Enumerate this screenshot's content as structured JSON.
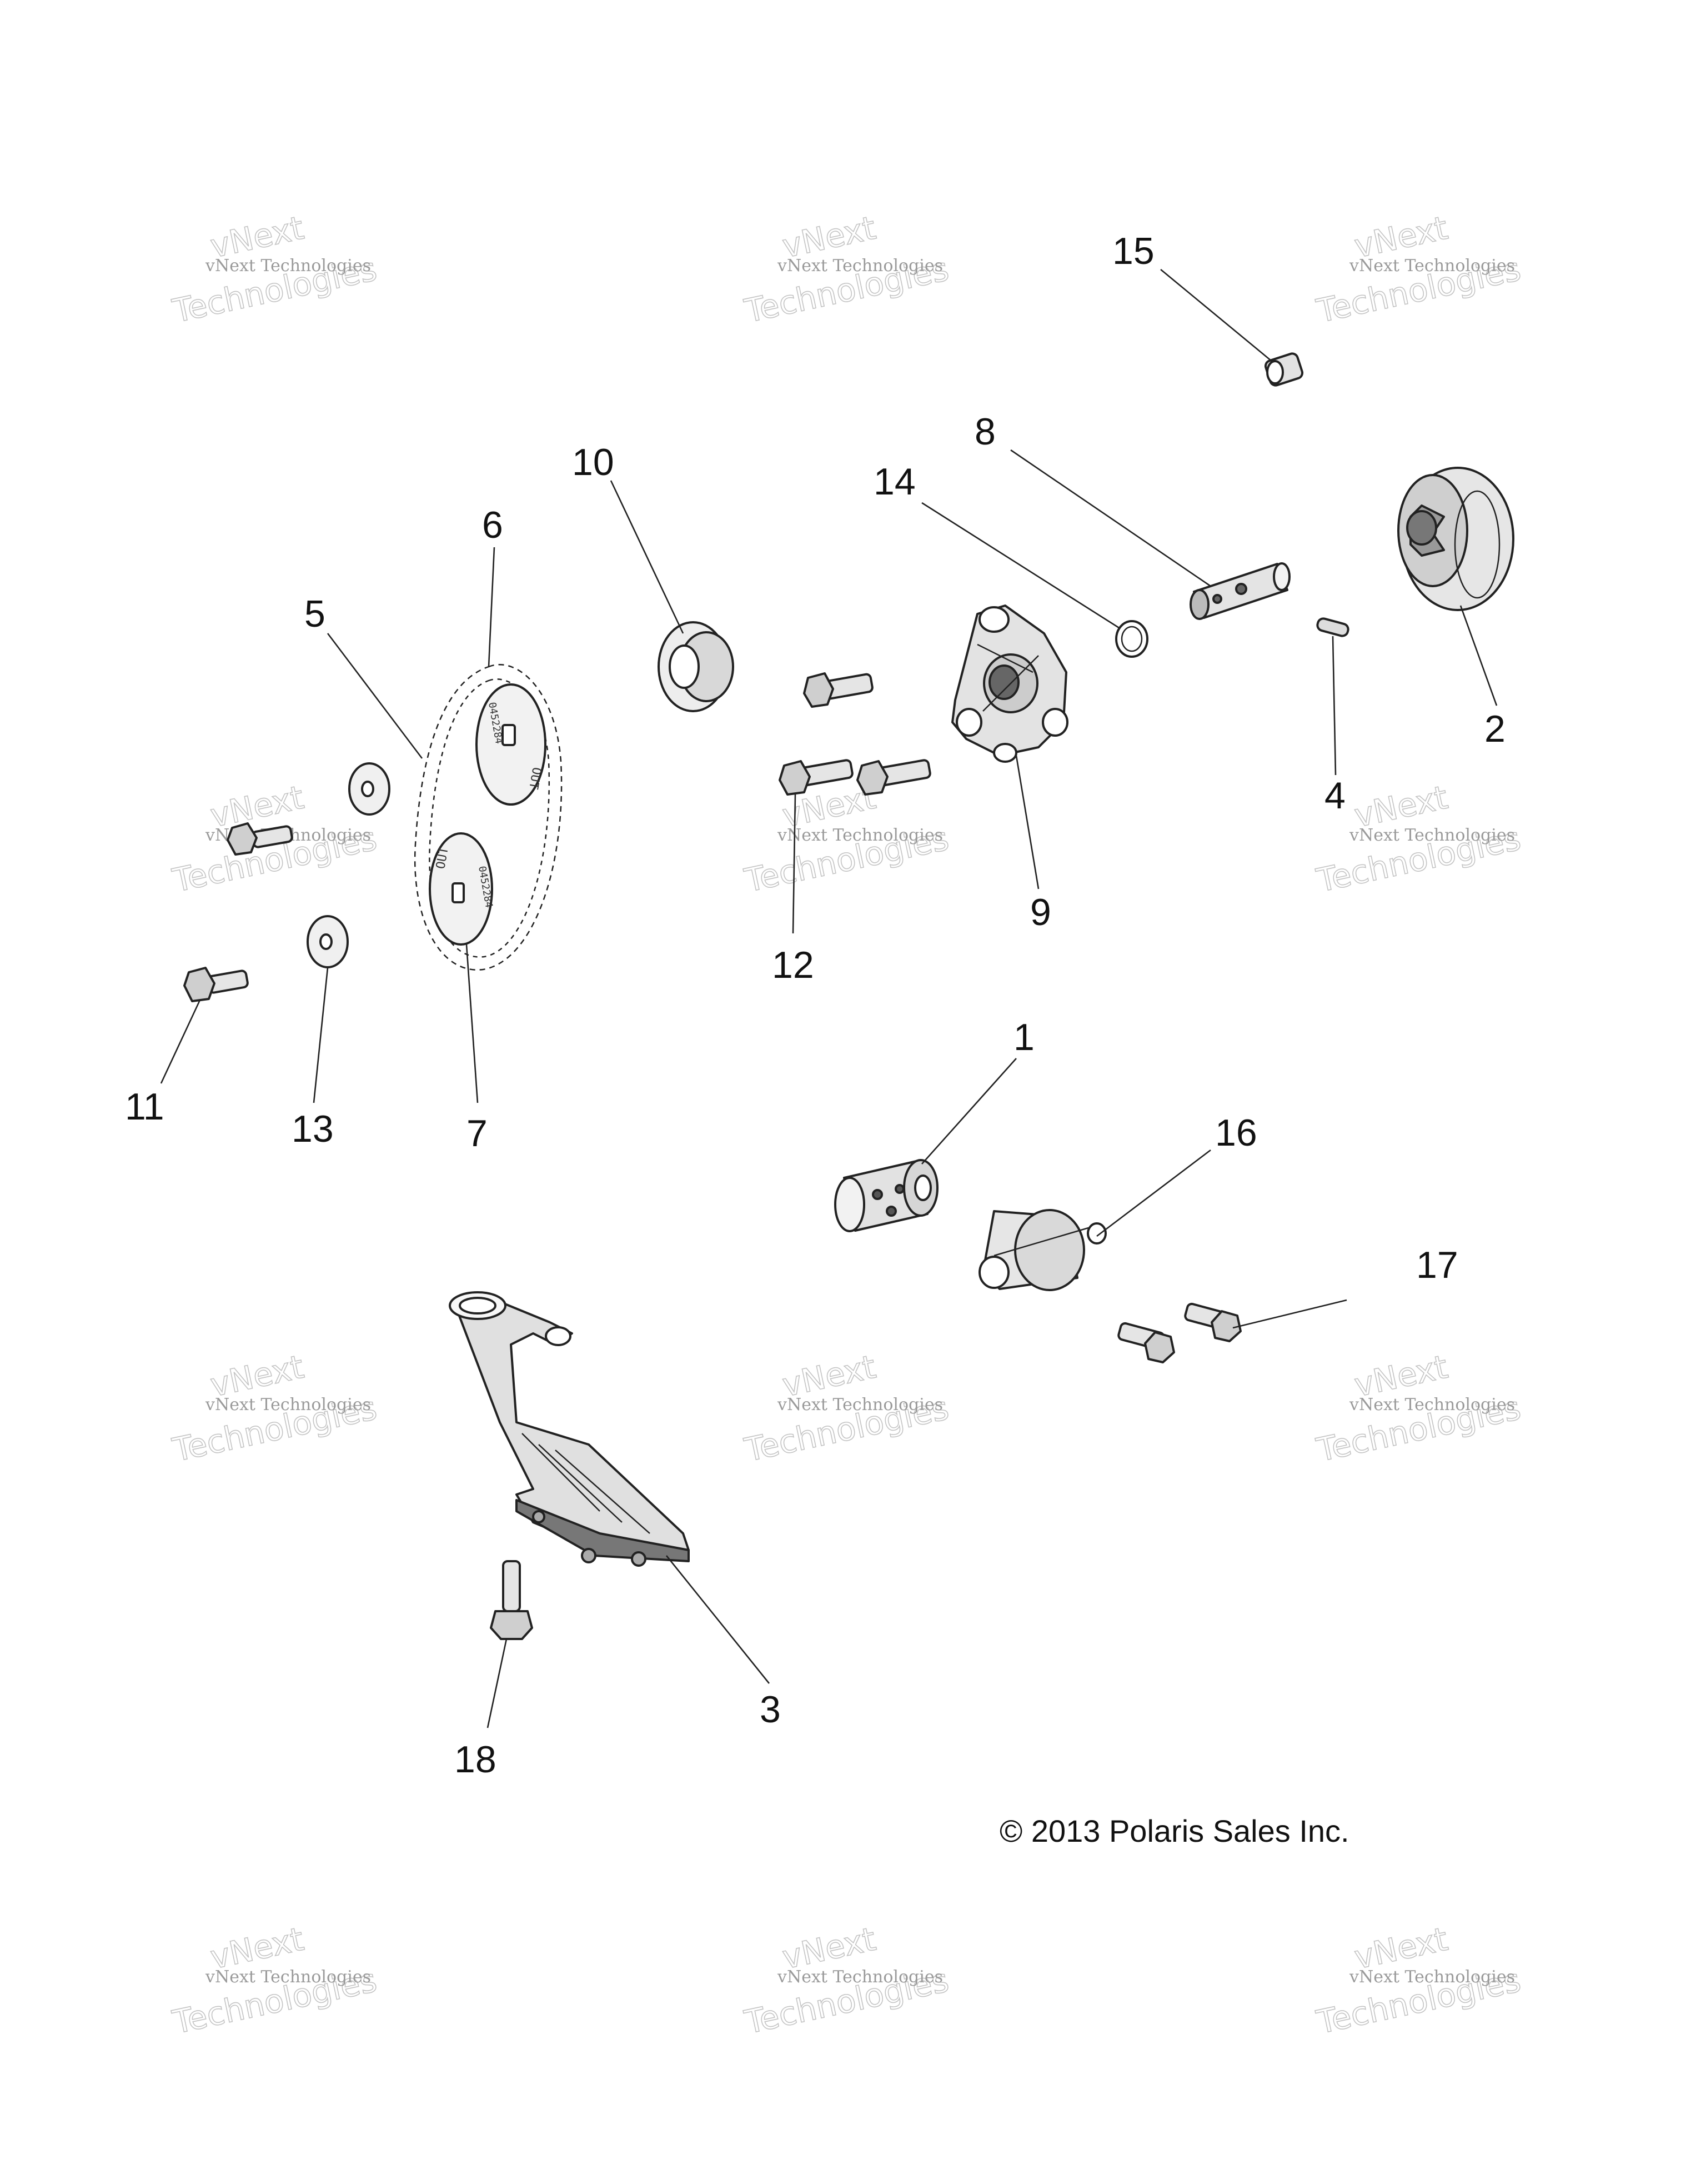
{
  "callouts": {
    "c1": "1",
    "c2": "2",
    "c3": "3",
    "c4": "4",
    "c5": "5",
    "c6": "6",
    "c7": "7",
    "c8": "8",
    "c9": "9",
    "c10": "10",
    "c11": "11",
    "c12": "12",
    "c13": "13",
    "c14": "14",
    "c15": "15",
    "c16": "16",
    "c17": "17",
    "c18": "18"
  },
  "sprocket_marks": {
    "upper_out": "OUT",
    "upper_code": "0452284",
    "lower_out": "OUT",
    "lower_code": "0452284"
  },
  "copyright": "© 2013 Polaris Sales Inc.",
  "watermark": {
    "line1": "vNext Technologies",
    "line2": "vNext",
    "line3": "Technologies"
  },
  "colors": {
    "ink": "#222222",
    "watermark": "#c4c4c4",
    "part_fill": "#d9d9d9",
    "part_shadow": "#555555"
  }
}
